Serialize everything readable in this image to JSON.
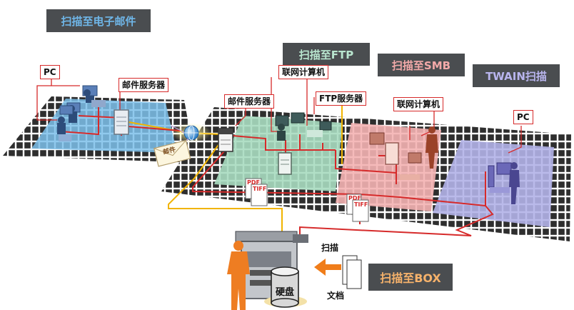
{
  "banners": {
    "email": "扫描至电子邮件",
    "ftp": "扫描至FTP",
    "smb": "扫描至SMB",
    "twain": "TWAIN扫描",
    "box": "扫描至BOX"
  },
  "labels": {
    "pc_left": "PC",
    "mail_server_left": "邮件服务器",
    "mail_server_mid": "邮件服务器",
    "networked_pc_ftp": "联网计算机",
    "ftp_server": "FTP服务器",
    "networked_pc_smb": "联网计算机",
    "pc_right": "PC",
    "envelope": "邮件",
    "scan": "扫描",
    "document": "文档",
    "hdd": "硬盘",
    "pdf": "PDF",
    "tiff": "TIFF"
  },
  "colors": {
    "banner_bg": "#4a4d50",
    "email_text": "#6fb6e8",
    "ftp_text": "#b9e6cf",
    "smb_text": "#f2a9a9",
    "twain_text": "#b9b5ee",
    "box_text": "#f6b26b",
    "email_zone": "#7cc0ea",
    "ftp_zone": "#a8dcc0",
    "smb_zone": "#f4b3b3",
    "twain_zone": "#b3b2e8",
    "red_line": "#d62a2a",
    "yellow_line": "#f1b400",
    "arrow": "#f07d1a"
  }
}
